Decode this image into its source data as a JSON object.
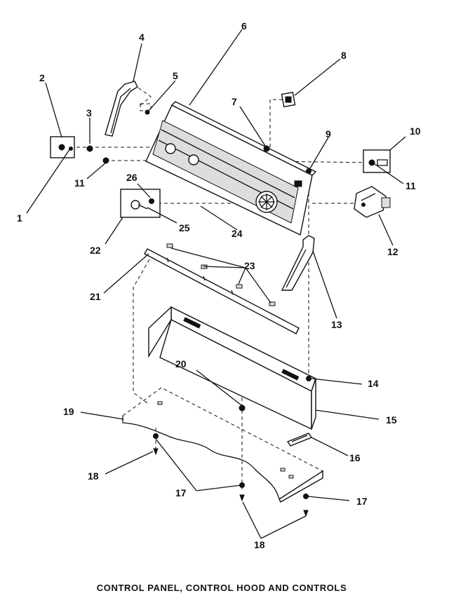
{
  "caption": "CONTROL PANEL, CONTROL HOOD AND CONTROLS",
  "callouts": {
    "c1": "1",
    "c2": "2",
    "c3": "3",
    "c4": "4",
    "c5": "5",
    "c6": "6",
    "c7": "7",
    "c8": "8",
    "c9": "9",
    "c10": "10",
    "c11a": "11",
    "c11b": "11",
    "c12": "12",
    "c13": "13",
    "c14": "14",
    "c15": "15",
    "c16": "16",
    "c17a": "17",
    "c17b": "17",
    "c18a": "18",
    "c18b": "18",
    "c19": "19",
    "c20": "20",
    "c21": "21",
    "c22": "22",
    "c23": "23",
    "c24": "24",
    "c25": "25",
    "c26": "26"
  }
}
